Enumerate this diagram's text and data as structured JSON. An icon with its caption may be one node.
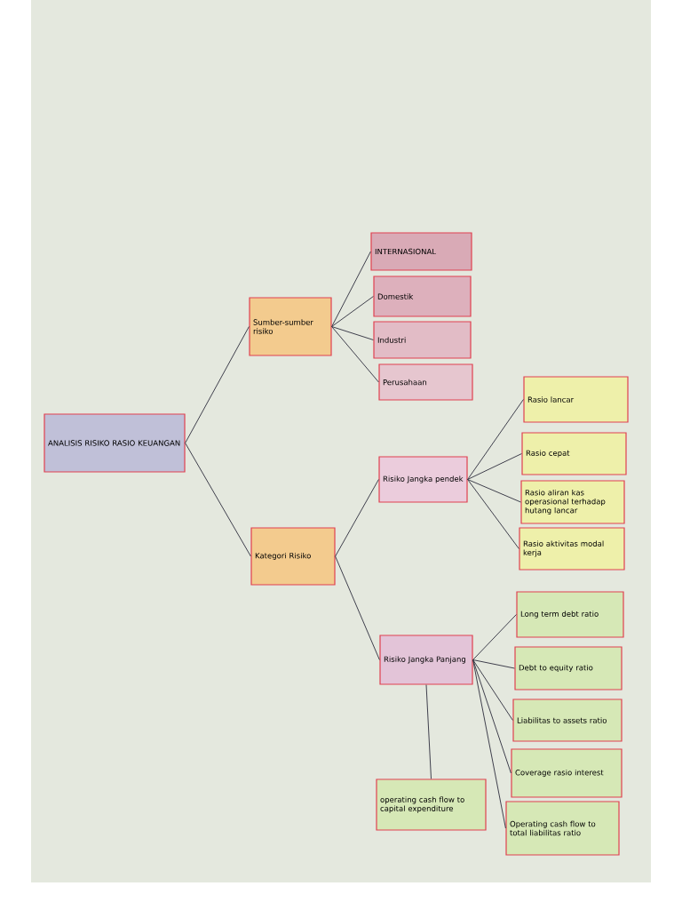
{
  "diagram": {
    "nodes": [
      {
        "text": [
          "ANALISIS RISIKO RASIO KEUANGAN"
        ]
      },
      {
        "text": [
          "Sumber-sumber risiko"
        ]
      },
      {
        "text": [
          "INTERNASIONAL"
        ]
      },
      {
        "text": [
          "Domestik"
        ]
      },
      {
        "text": [
          "Industri"
        ]
      },
      {
        "text": [
          "Perusahaan"
        ]
      },
      {
        "text": [
          "Kategori Risiko"
        ]
      },
      {
        "text": [
          "Risiko Jangka pendek"
        ]
      },
      {
        "text": [
          "Rasio lancar"
        ]
      },
      {
        "text": [
          "Rasio cepat"
        ]
      },
      {
        "text": [
          "Rasio aliran kas operasional terhadap hutang lancar"
        ]
      },
      {
        "text": [
          "Rasio aktivitas modal kerja"
        ]
      },
      {
        "text": [
          "Risiko Jangka Panjang"
        ]
      },
      {
        "text": [
          "Long term debt ratio"
        ]
      },
      {
        "text": [
          "Debt to equity ratio"
        ]
      },
      {
        "text": [
          "Liabilitas to assets ratio"
        ]
      },
      {
        "text": [
          "Coverage rasio interest"
        ]
      },
      {
        "text": [
          "operating cash flow to capital expenditure"
        ]
      },
      {
        "text": [
          "Operating cash flow to total liabilitas ratio"
        ]
      }
    ],
    "edges": [
      {
        "from": 0,
        "to": 1,
        "arrow": "none"
      },
      {
        "from": 0,
        "to": 6,
        "arrow": "none"
      },
      {
        "from": 1,
        "to": 2,
        "arrow": "none"
      },
      {
        "from": 1,
        "to": 3,
        "arrow": "none"
      },
      {
        "from": 1,
        "to": 4,
        "arrow": "none"
      },
      {
        "from": 1,
        "to": 5,
        "arrow": "none"
      },
      {
        "from": 6,
        "to": 7,
        "arrow": "none"
      },
      {
        "from": 6,
        "to": 12,
        "arrow": "none"
      },
      {
        "from": 7,
        "to": 8,
        "arrow": "none"
      },
      {
        "from": 7,
        "to": 9,
        "arrow": "none"
      },
      {
        "from": 7,
        "to": 10,
        "arrow": "none"
      },
      {
        "from": 7,
        "to": 11,
        "arrow": "none"
      },
      {
        "from": 12,
        "to": 13,
        "arrow": "none"
      },
      {
        "from": 12,
        "to": 14,
        "arrow": "none"
      },
      {
        "from": 12,
        "to": 15,
        "arrow": "none"
      },
      {
        "from": 12,
        "to": 16,
        "arrow": "none"
      },
      {
        "from": 12,
        "to": 17,
        "arrow": "none"
      },
      {
        "from": 12,
        "to": 18,
        "arrow": "none"
      }
    ]
  }
}
